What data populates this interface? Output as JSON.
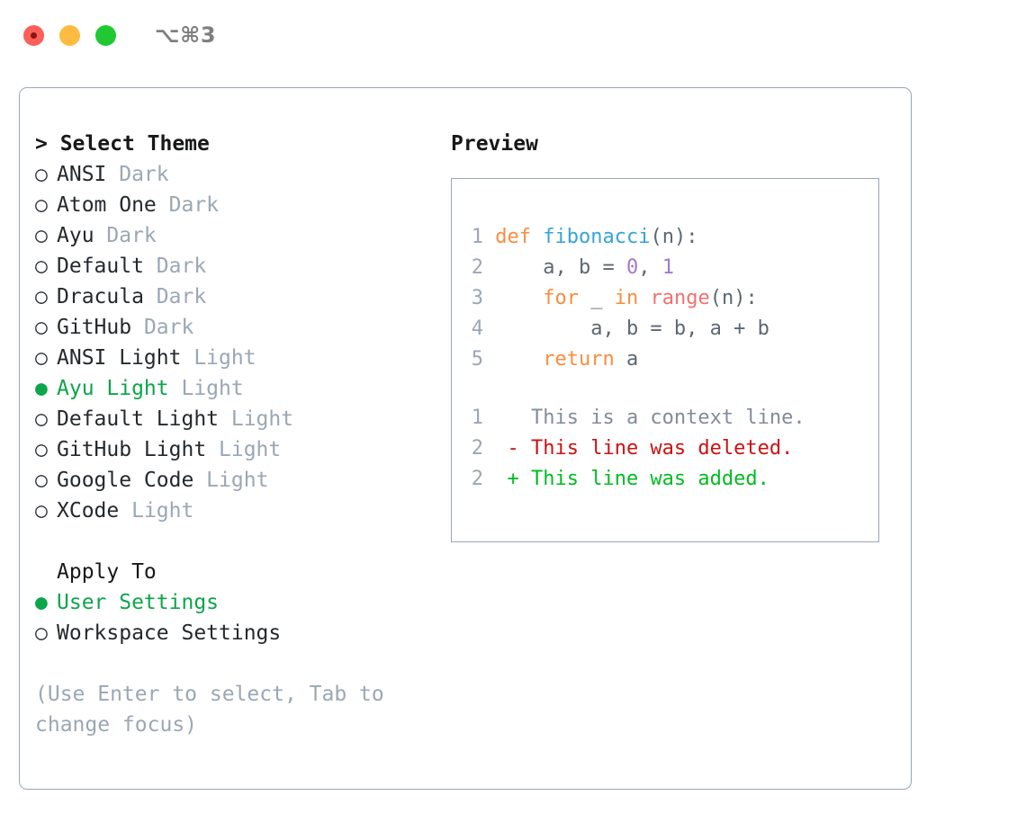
{
  "titlebar": {
    "shortcut": "⌥⌘3",
    "buttons": [
      {
        "name": "close",
        "color": "#fd6058"
      },
      {
        "name": "minimize",
        "color": "#fdbc40"
      },
      {
        "name": "maximize",
        "color": "#20c933"
      }
    ]
  },
  "theme_panel": {
    "heading_prefix": "> ",
    "heading": "Select Theme",
    "bullet_selected": "●",
    "bullet_unselected": "○",
    "items": [
      {
        "name": "ANSI",
        "kind": "Dark",
        "selected": false
      },
      {
        "name": "Atom One",
        "kind": "Dark",
        "selected": false
      },
      {
        "name": "Ayu",
        "kind": "Dark",
        "selected": false
      },
      {
        "name": "Default",
        "kind": "Dark",
        "selected": false
      },
      {
        "name": "Dracula",
        "kind": "Dark",
        "selected": false
      },
      {
        "name": "GitHub",
        "kind": "Dark",
        "selected": false
      },
      {
        "name": "ANSI Light",
        "kind": "Light",
        "selected": false
      },
      {
        "name": "Ayu Light",
        "kind": "Light",
        "selected": true
      },
      {
        "name": "Default Light",
        "kind": "Light",
        "selected": false
      },
      {
        "name": "GitHub Light",
        "kind": "Light",
        "selected": false
      },
      {
        "name": "Google Code",
        "kind": "Light",
        "selected": false
      },
      {
        "name": "XCode",
        "kind": "Light",
        "selected": false
      }
    ]
  },
  "apply_to": {
    "title": "Apply To",
    "items": [
      {
        "name": "User Settings",
        "selected": true
      },
      {
        "name": "Workspace Settings",
        "selected": false
      }
    ]
  },
  "hint": "(Use Enter to select, Tab to change focus)",
  "preview": {
    "title": "Preview",
    "code_lines": [
      {
        "lineno": "1",
        "tokens": [
          {
            "text": "def ",
            "type": "keyword"
          },
          {
            "text": "fibonacci",
            "type": "function"
          },
          {
            "text": "(n):",
            "type": "plain"
          }
        ]
      },
      {
        "lineno": "2",
        "tokens": [
          {
            "text": "    a, b = ",
            "type": "plain"
          },
          {
            "text": "0",
            "type": "number"
          },
          {
            "text": ", ",
            "type": "plain"
          },
          {
            "text": "1",
            "type": "number"
          }
        ]
      },
      {
        "lineno": "3",
        "tokens": [
          {
            "text": "    ",
            "type": "plain"
          },
          {
            "text": "for",
            "type": "keyword"
          },
          {
            "text": " _ ",
            "type": "plain"
          },
          {
            "text": "in",
            "type": "keyword"
          },
          {
            "text": " ",
            "type": "plain"
          },
          {
            "text": "range",
            "type": "builtin"
          },
          {
            "text": "(n):",
            "type": "plain"
          }
        ]
      },
      {
        "lineno": "4",
        "tokens": [
          {
            "text": "        a, b = b, a + b",
            "type": "plain"
          }
        ]
      },
      {
        "lineno": "5",
        "tokens": [
          {
            "text": "    ",
            "type": "plain"
          },
          {
            "text": "return",
            "type": "keyword"
          },
          {
            "text": " a",
            "type": "plain"
          }
        ]
      }
    ],
    "diff_lines": [
      {
        "lineno": "1",
        "sign": "  ",
        "text": "This is a context line.",
        "type": "context"
      },
      {
        "lineno": "2",
        "sign": "- ",
        "text": "This line was deleted.",
        "type": "del"
      },
      {
        "lineno": "2",
        "sign": "+ ",
        "text": "This line was added.",
        "type": "add"
      }
    ]
  },
  "colors": {
    "accent_green": "#0ca54a",
    "border": "#9aa7b5",
    "muted_text": "#9aa7b5",
    "body_text": "#24292e",
    "syntax_keyword": "#fa8d3e",
    "syntax_function": "#36a3d9",
    "syntax_number": "#a37acc",
    "syntax_builtin": "#f07171",
    "diff_added": "#00bb22",
    "diff_deleted": "#cc1111",
    "diff_context": "#828c99"
  }
}
